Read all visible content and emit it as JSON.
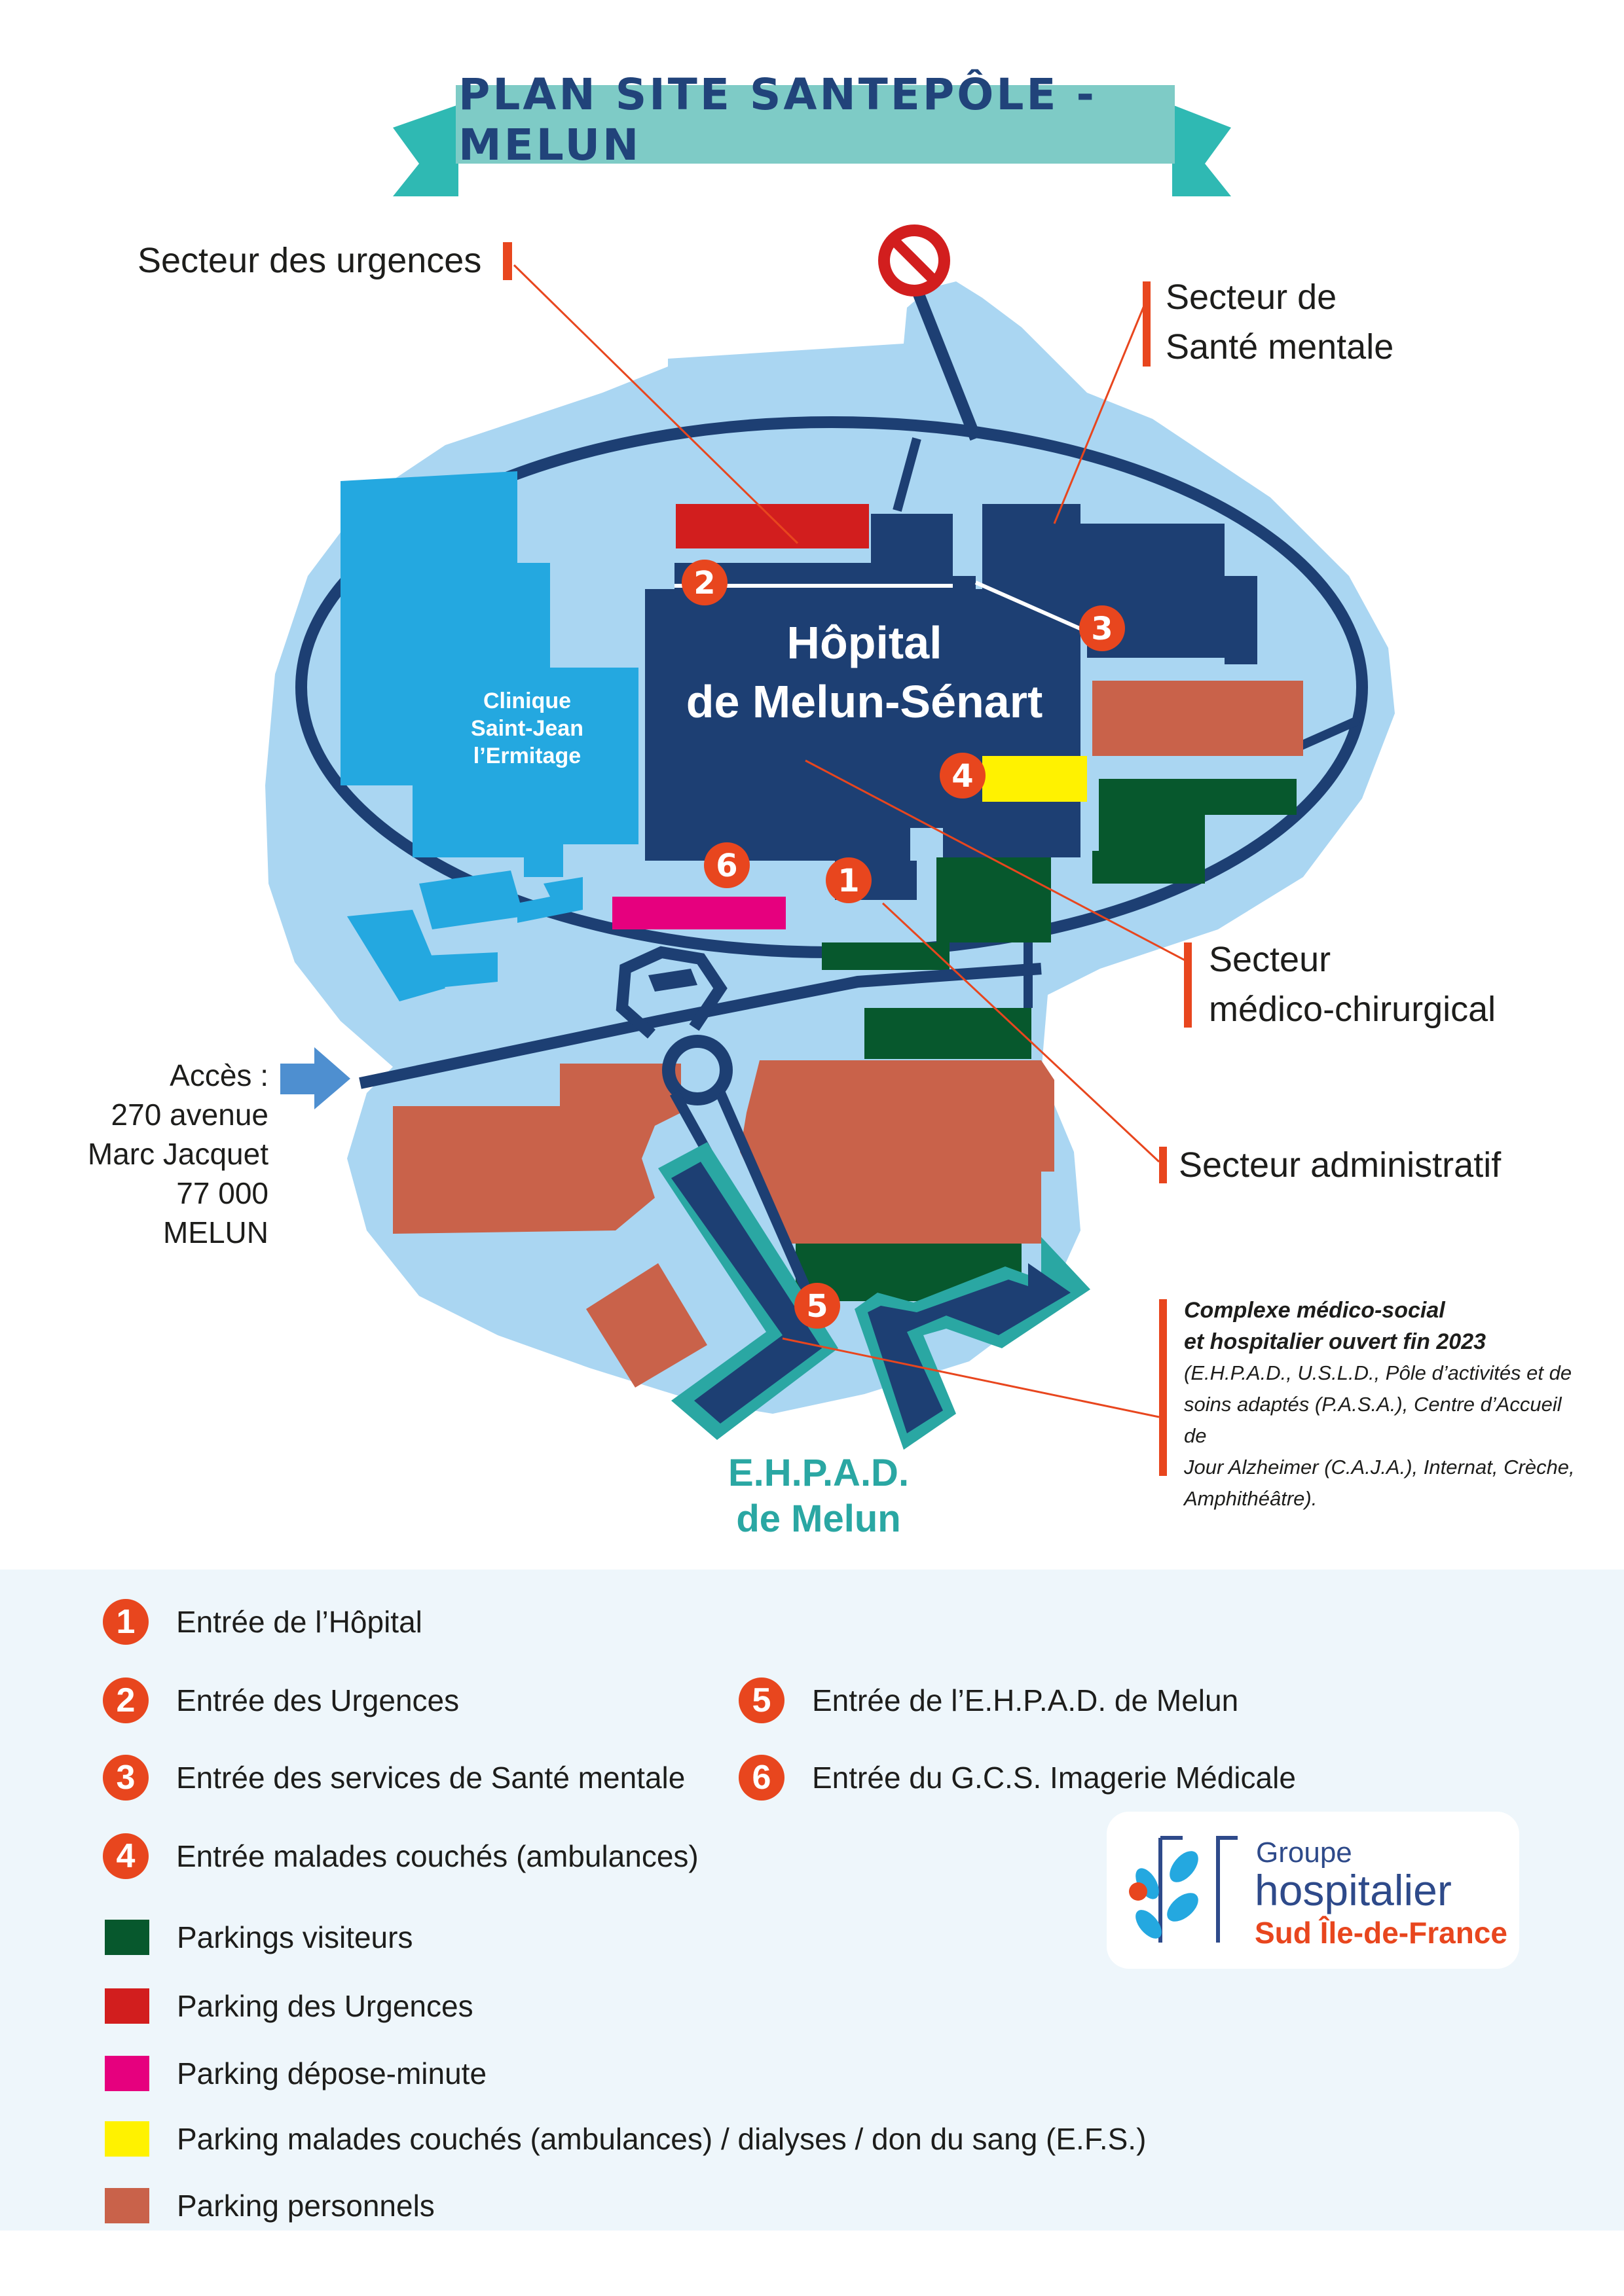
{
  "title": "PLAN SITE SANTEPÔLE - MELUN",
  "colors": {
    "site_area": "#aad6f2",
    "road": "#1d3f73",
    "hospital": "#1d3f73",
    "clinique": "#24a8e0",
    "ehpad_outline": "#2aa7a3",
    "visitor_parking": "#07582d",
    "emergency_parking": "#d21e1e",
    "dropoff_parking": "#e6007e",
    "ambulance_parking": "#fff200",
    "staff_parking": "#c9624a",
    "marker": "#e8461e",
    "legend_bg": "#eef6fb"
  },
  "sectors": {
    "urgences": "Secteur des urgences",
    "sante_mentale_1": "Secteur de",
    "sante_mentale_2": "Santé mentale",
    "medico_1": "Secteur",
    "medico_2": "médico-chirurgical",
    "administratif": "Secteur administratif"
  },
  "buildings": {
    "hopital_1": "Hôpital",
    "hopital_2": "de Melun-Sénart",
    "clinique_1": "Clinique",
    "clinique_2": "Saint-Jean",
    "clinique_3": "l’Ermitage",
    "ehpad_1": "E.H.P.A.D.",
    "ehpad_2": "de Melun"
  },
  "access": {
    "line1": "Accès :",
    "line2": "270 avenue",
    "line3": "Marc Jacquet",
    "line4": "77 000",
    "line5": "MELUN"
  },
  "complexe": {
    "title1": "Complexe médico-social",
    "title2": "et hospitalier ouvert fin 2023",
    "line1": "(E.H.P.A.D., U.S.L.D., Pôle d’activités et de",
    "line2": "soins adaptés (P.A.S.A.), Centre d’Accueil de",
    "line3": "Jour Alzheimer (C.A.J.A.), Internat, Crèche,",
    "line4": "Amphithéâtre)."
  },
  "markers": [
    "1",
    "2",
    "3",
    "4",
    "5",
    "6"
  ],
  "legend": {
    "entrances": [
      {
        "num": "1",
        "label": "Entrée de l’Hôpital"
      },
      {
        "num": "2",
        "label": "Entrée des Urgences"
      },
      {
        "num": "3",
        "label": "Entrée des services de Santé mentale"
      },
      {
        "num": "4",
        "label": "Entrée malades couchés (ambulances)"
      },
      {
        "num": "5",
        "label": "Entrée de l’E.H.P.A.D. de Melun"
      },
      {
        "num": "6",
        "label": "Entrée du G.C.S. Imagerie Médicale"
      }
    ],
    "parkings": [
      {
        "label": "Parkings visiteurs",
        "color": "#07582d"
      },
      {
        "label": "Parking des Urgences",
        "color": "#d21e1e"
      },
      {
        "label": "Parking dépose-minute",
        "color": "#e6007e"
      },
      {
        "label": "Parking malades couchés (ambulances) / dialyses / don du sang (E.F.S.)",
        "color": "#fff200"
      },
      {
        "label": "Parking personnels",
        "color": "#c9624a"
      }
    ]
  },
  "logo": {
    "line1": "Groupe",
    "line2": "hospitalier",
    "line3": "Sud Île-de-France"
  },
  "icons": {
    "no_entry": "no-entry-icon",
    "access_arrow": "arrow-right-icon"
  }
}
